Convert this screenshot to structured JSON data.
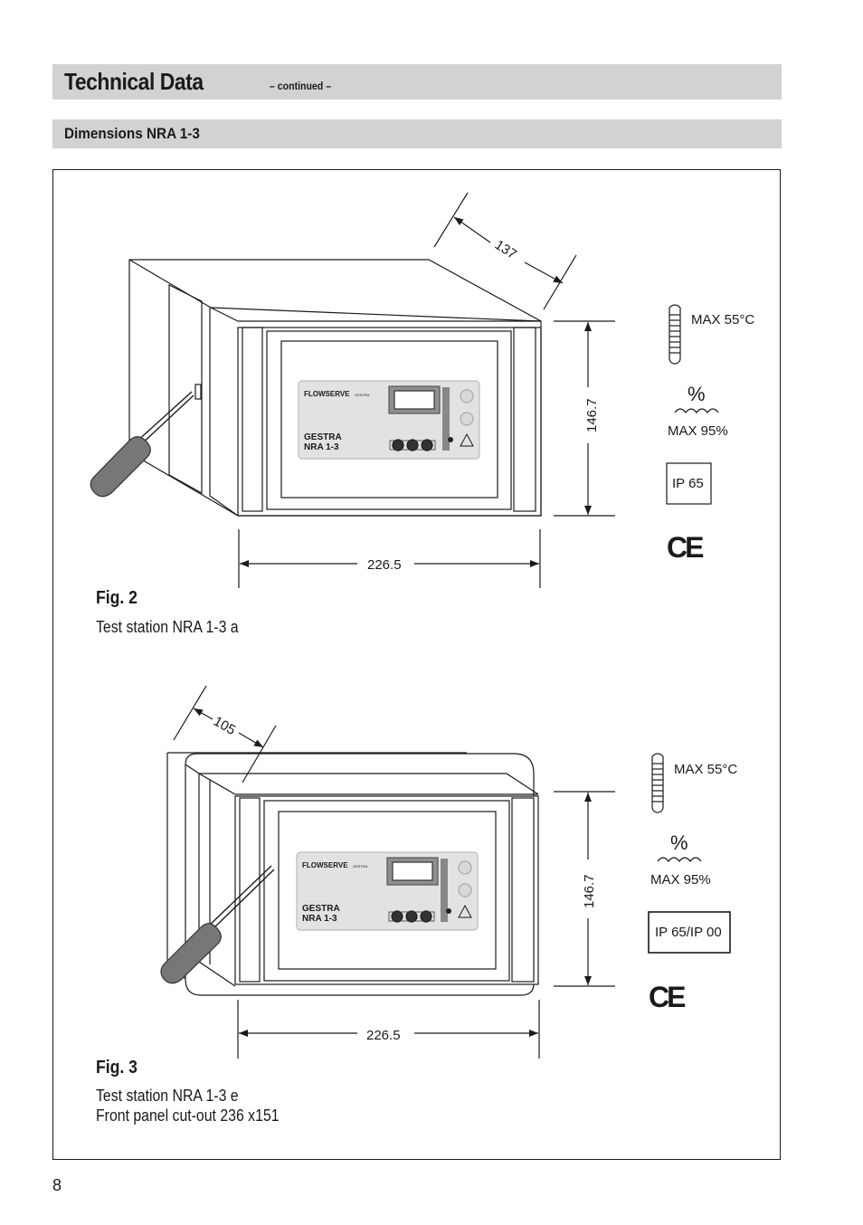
{
  "header": {
    "title": "Technical Data",
    "continued": "– continued –"
  },
  "section": {
    "title": "Dimensions NRA 1-3"
  },
  "fig2": {
    "label": "Fig. 2",
    "caption": "Test station NRA 1-3 a",
    "dim_depth": "137",
    "dim_height": "146.7",
    "dim_width": "226.5",
    "temp": "MAX 55°C",
    "humidity_symbol": "%",
    "humidity": "MAX 95%",
    "ip": "IP 65",
    "ce": "CE",
    "brand": "FLOWSERVE",
    "brand_small": "GESTRA",
    "model_line1": "GESTRA",
    "model_line2": "NRA 1-3"
  },
  "fig3": {
    "label": "Fig. 3",
    "caption_line1": "Test station NRA 1-3 e",
    "caption_line2": "Front panel cut-out 236 x151",
    "dim_depth": "105",
    "dim_height": "146.7",
    "dim_width": "226.5",
    "temp": "MAX 55°C",
    "humidity_symbol": "%",
    "humidity": "MAX 95%",
    "ip": "IP 65/IP 00",
    "ce": "CE",
    "brand": "FLOWSERVE",
    "brand_small": "GESTRA",
    "model_line1": "GESTRA",
    "model_line2": "NRA 1-3"
  },
  "page": {
    "number": "8"
  }
}
